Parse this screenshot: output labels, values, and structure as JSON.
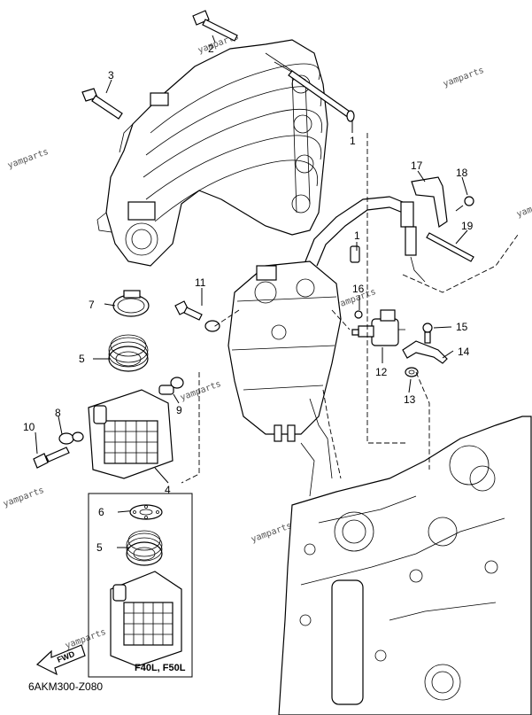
{
  "diagram": {
    "code": "6AKM300-Z080",
    "inset_label": "F40L, F50L",
    "fwd_label": "FWD",
    "watermark": "yamparts",
    "callouts": {
      "c1a": "1",
      "c1b": "1",
      "c2": "2",
      "c3": "3",
      "c4": "4",
      "c5a": "5",
      "c5b": "5",
      "c6": "6",
      "c7": "7",
      "c8": "8",
      "c9": "9",
      "c10": "10",
      "c11": "11",
      "c12": "12",
      "c13": "13",
      "c14": "14",
      "c15": "15",
      "c16": "16",
      "c17": "17",
      "c18": "18",
      "c19": "19"
    }
  }
}
